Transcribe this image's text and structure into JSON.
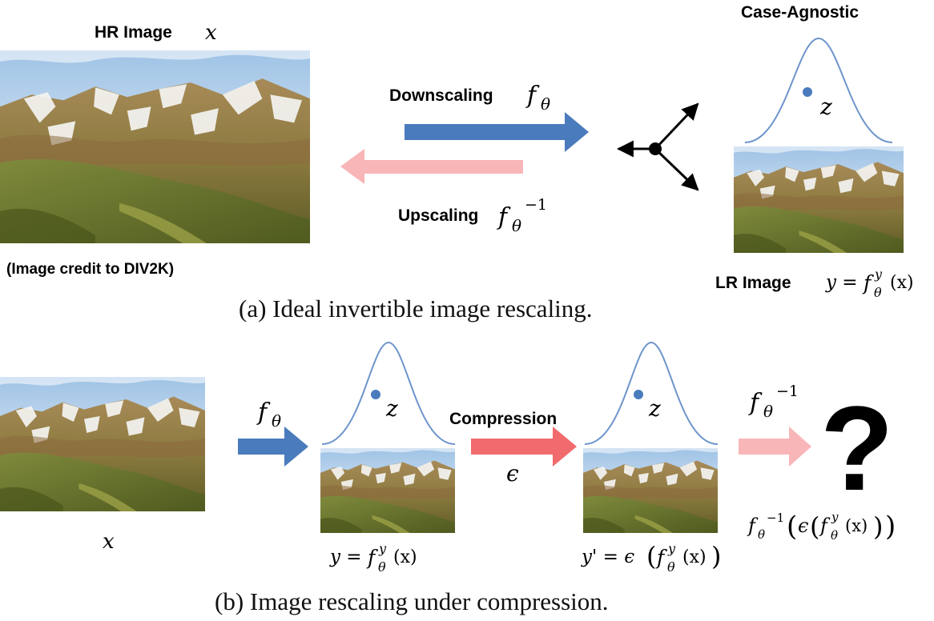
{
  "colors": {
    "blue_arrow": "#4a7bbd",
    "pink_arrow": "#f9b6b8",
    "red_arrow": "#f16b6e",
    "gaussian": "#6e95cc",
    "dot": "#4a7bbd"
  },
  "icons": [
    "landscape-image",
    "gaussian-curve",
    "question-mark-icon",
    "branch-arrow-icon"
  ],
  "part_a": {
    "hr_label": "HR Image",
    "hr_symbol": "x",
    "credit": "(Image credit to DIV2K)",
    "downscaling_label": "Downscaling",
    "downscaling_symbol": "f",
    "downscaling_sub": "θ",
    "upscaling_label": "Upscaling",
    "upscaling_symbol": "f",
    "upscaling_sub": "θ",
    "upscaling_sup": "−1",
    "case_label": "Case-Agnostic",
    "latent_symbol": "z",
    "lr_label": "LR Image",
    "lr_formula_lhs": "y =",
    "lr_f": "f",
    "lr_sub": "θ",
    "lr_sup": "y",
    "lr_arg": "(x)",
    "caption": "(a) Ideal invertible image rescaling."
  },
  "part_b": {
    "x_symbol": "x",
    "f_symbol": "f",
    "f_sub": "θ",
    "latent_symbol_1": "z",
    "latent_symbol_2": "z",
    "y_formula_lhs": "y =",
    "y_f": "f",
    "y_sub": "θ",
    "y_sup": "y",
    "y_arg": "(x)",
    "compression_label": "Compression",
    "epsilon_symbol": "ϵ",
    "yprime_lhs": "y' = ϵ",
    "yprime_f": "f",
    "yprime_sub": "θ",
    "yprime_sup": "y",
    "yprime_arg": "(x)",
    "inverse_symbol": "f",
    "inverse_sub": "θ",
    "inverse_sup": "−1",
    "question_mark": "?",
    "result_f": "f",
    "result_sub": "θ",
    "result_sup": "−1",
    "result_eps": "ϵ",
    "result_inner_f": "f",
    "result_inner_sub": "θ",
    "result_inner_sup": "y",
    "result_inner_arg": "(x)",
    "caption": "(b) Image rescaling under compression."
  }
}
